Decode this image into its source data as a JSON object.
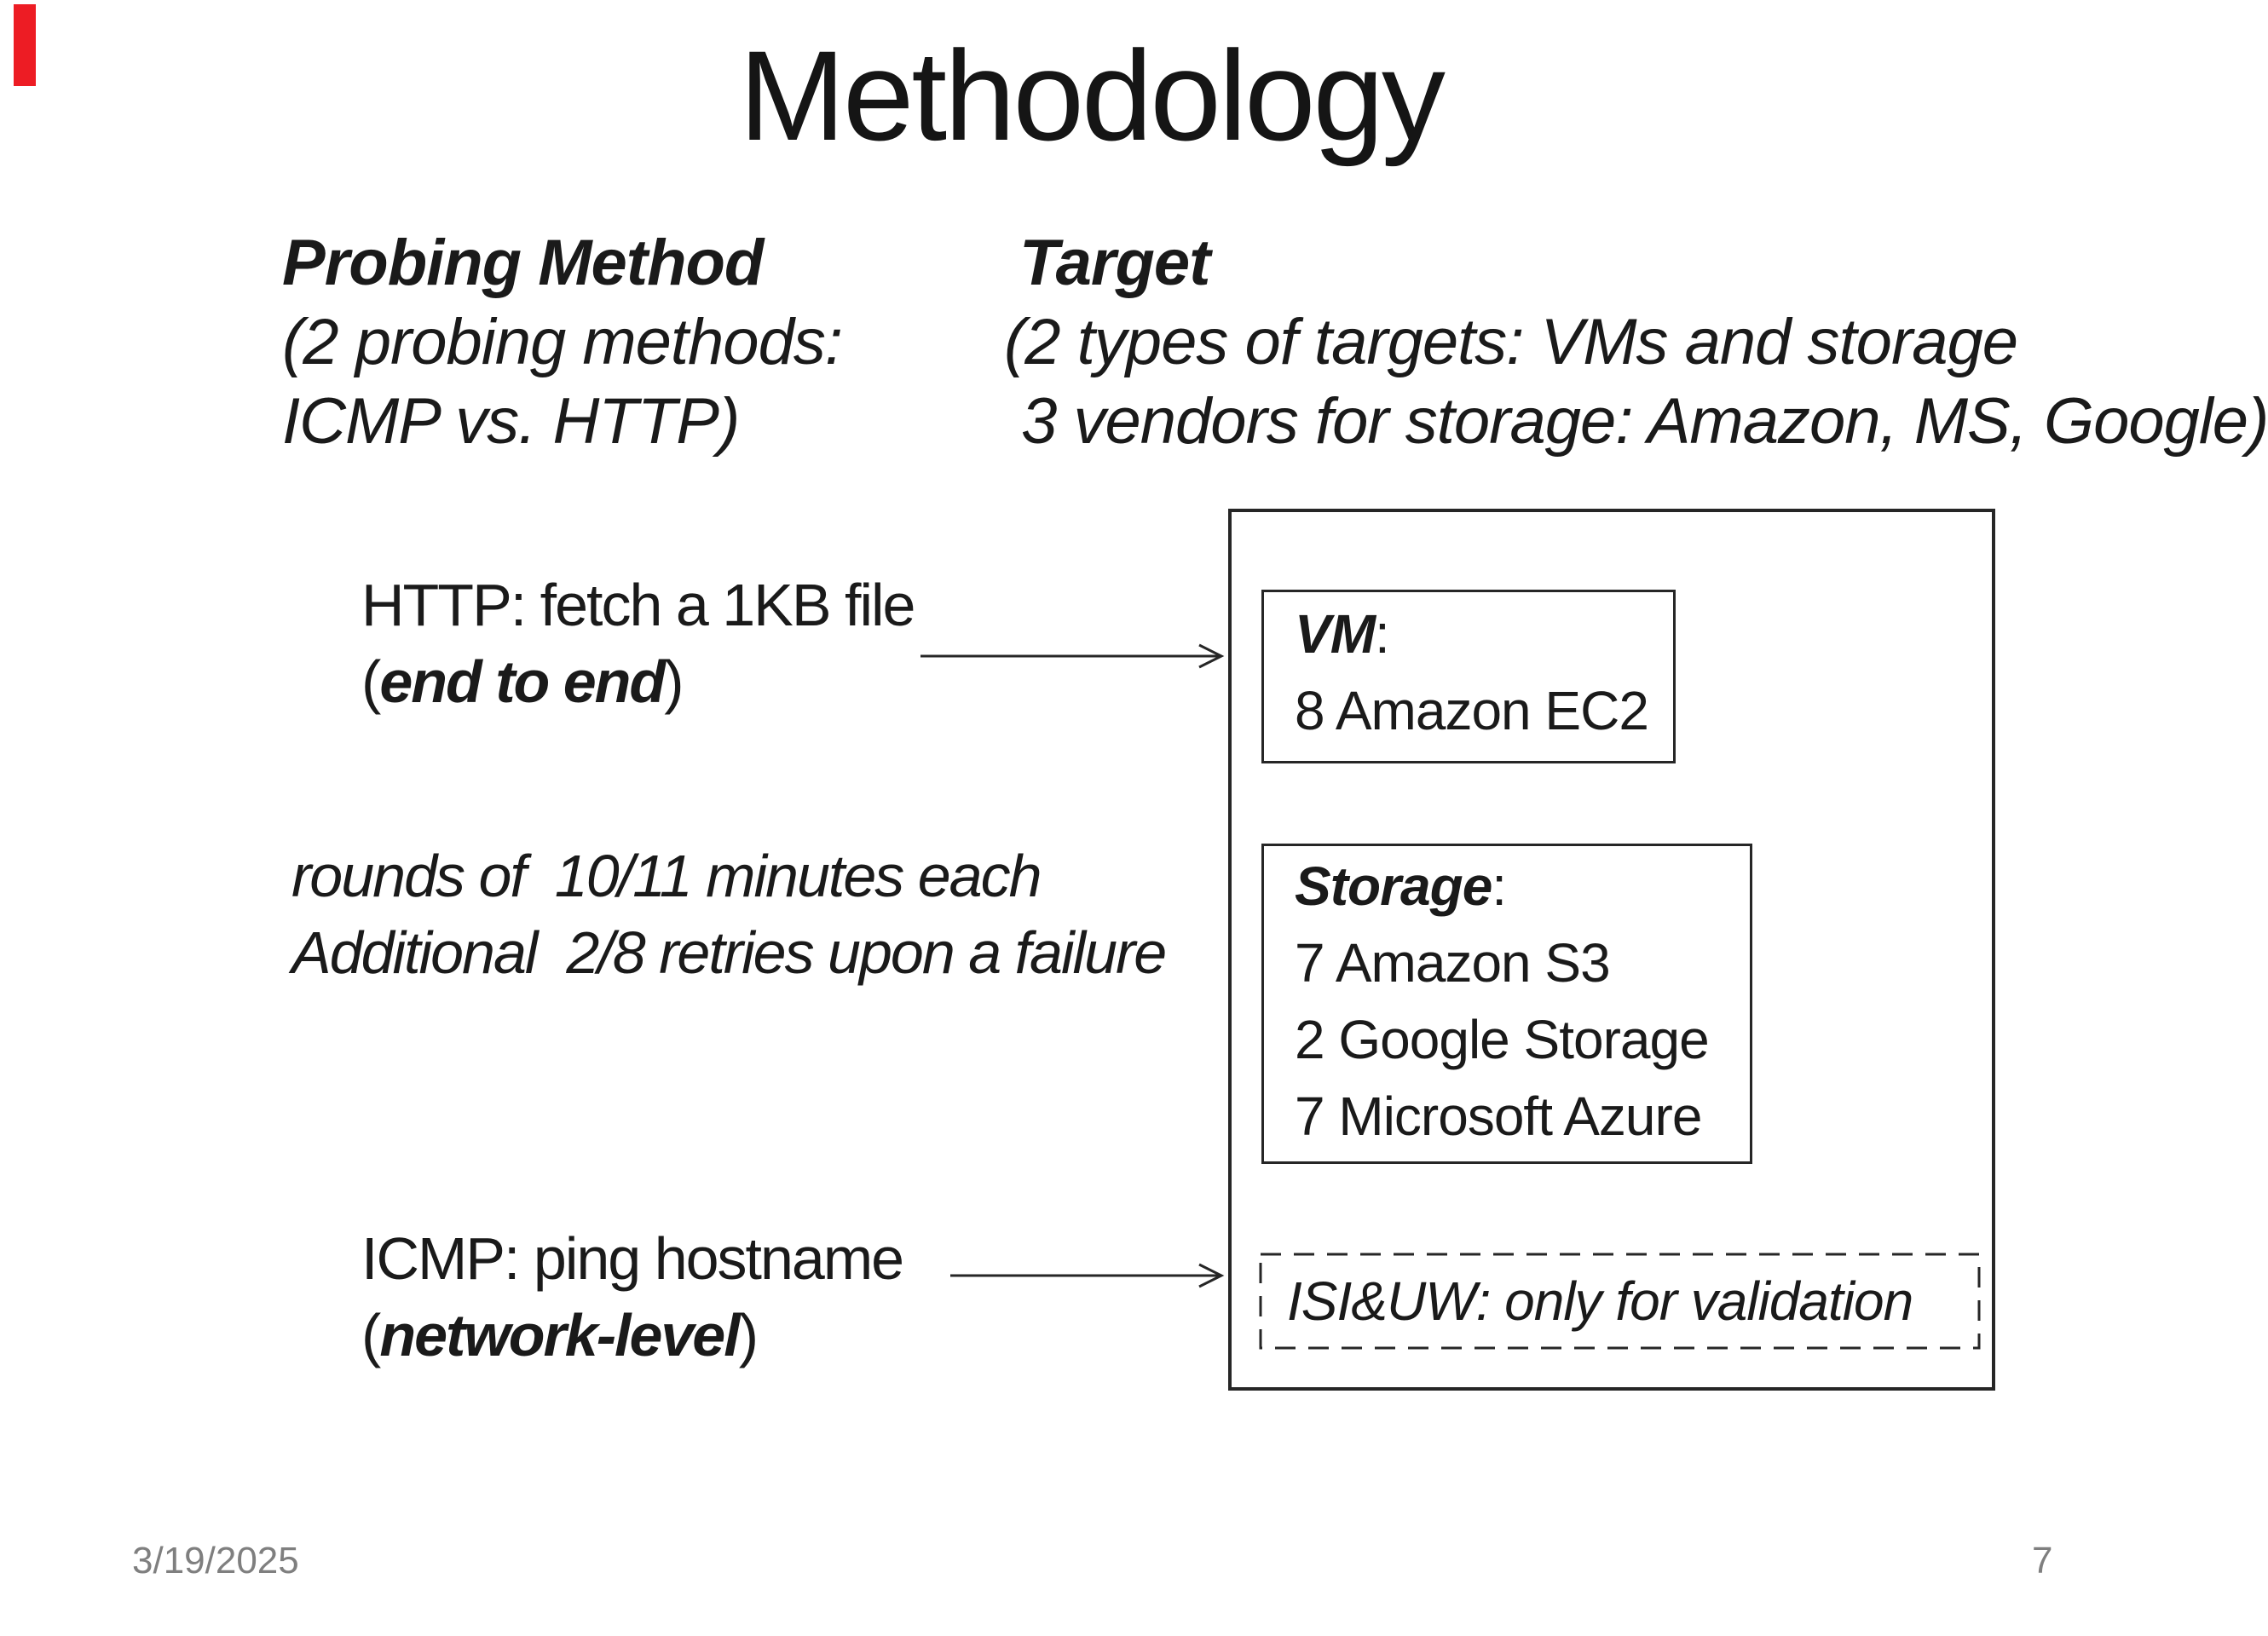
{
  "slide": {
    "title": "Methodology",
    "marker_color": "#ED1C24",
    "footer_gray": "#7f7f7f",
    "headers": {
      "probing": {
        "title": "Probing Method",
        "line2": "(2 probing methods:",
        "line3": "ICMP vs. HTTP)"
      },
      "target": {
        "title": "Target",
        "line2": "(2 types of targets: VMs and storage",
        "line3": " 3 vendors for storage: Amazon, MS, Google)"
      }
    },
    "annotations": {
      "http": {
        "line1": "HTTP: fetch a 1KB file",
        "paren_open": "(",
        "emphasis": "end to end",
        "paren_close": ")"
      },
      "rounds": {
        "line1": "rounds of  10/11 minutes each",
        "line2": "Additional  2/8 retries upon a failure"
      },
      "icmp": {
        "line1": "ICMP: ping hostname",
        "paren_open": "(",
        "emphasis": "network-level",
        "paren_close": ")"
      }
    },
    "diagram": {
      "vm_box": {
        "label": "VM",
        "colon": ":",
        "line2": "8 Amazon EC2"
      },
      "storage_box": {
        "label": "Storage",
        "colon": ":",
        "items": [
          "7 Amazon S3",
          "2 Google Storage",
          "7 Microsoft Azure"
        ]
      },
      "validation_box": {
        "text": "ISI&UW: only for validation"
      }
    },
    "footer": {
      "date": "3/19/2025",
      "page": "7"
    }
  }
}
